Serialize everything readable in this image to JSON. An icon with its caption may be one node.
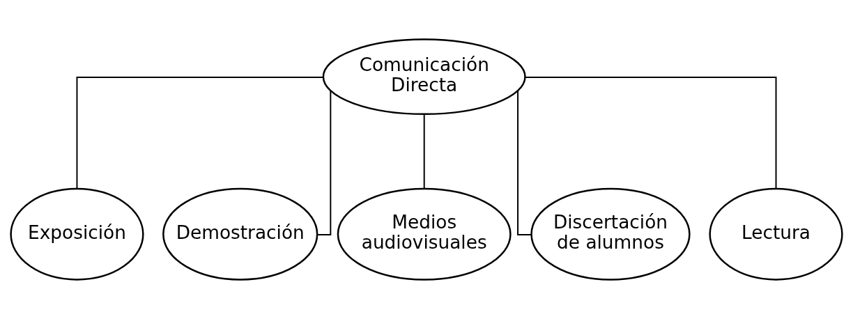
{
  "diagram": {
    "nodes": [
      {
        "text": [
          "Comunicación Directa"
        ]
      },
      {
        "text": [
          "Exposición"
        ]
      },
      {
        "text": [
          "Demostración"
        ]
      },
      {
        "text": [
          "Medios audiovisuales"
        ]
      },
      {
        "text": [
          "Discertación de alumnos"
        ]
      },
      {
        "text": [
          "Lectura"
        ]
      }
    ],
    "edges": [
      {
        "from": 0,
        "to": 1,
        "arrow": "none"
      },
      {
        "from": 0,
        "to": 2,
        "arrow": "none"
      },
      {
        "from": 0,
        "to": 3,
        "arrow": "none"
      },
      {
        "from": 0,
        "to": 4,
        "arrow": "none"
      },
      {
        "from": 0,
        "to": 5,
        "arrow": "none"
      }
    ]
  }
}
